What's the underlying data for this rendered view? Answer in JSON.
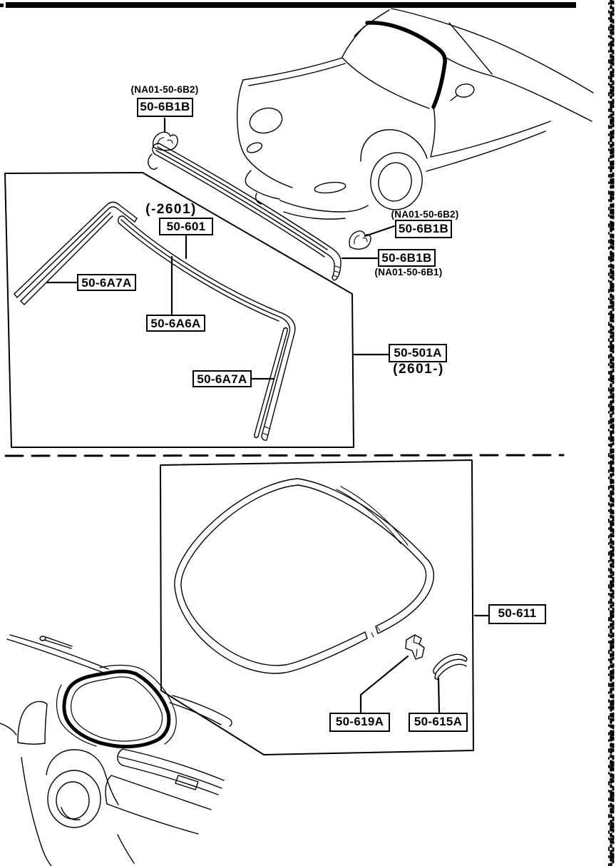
{
  "colors": {
    "ink": "#000000",
    "paper": "#ffffff"
  },
  "labels": {
    "top_clip_code": "(NA01-50-6B2)",
    "top_clip_part": "50-6B1B",
    "front_range_old": "(-2601)",
    "front_molding_old": "50-601",
    "front_side_left": "50-6A7A",
    "front_center": "50-6A6A",
    "front_side_right": "50-6A7A",
    "front_molding_new": "50-501A",
    "front_range_new": "(2601-)",
    "right_clip_code_b2": "(NA01-50-6B2)",
    "right_clip_part_1": "50-6B1B",
    "right_clip_part_2": "50-6B1B",
    "right_clip_code_b1": "(NA01-50-6B1)",
    "rear_molding": "50-611",
    "rear_fastener": "50-619A",
    "rear_joint": "50-615A"
  }
}
